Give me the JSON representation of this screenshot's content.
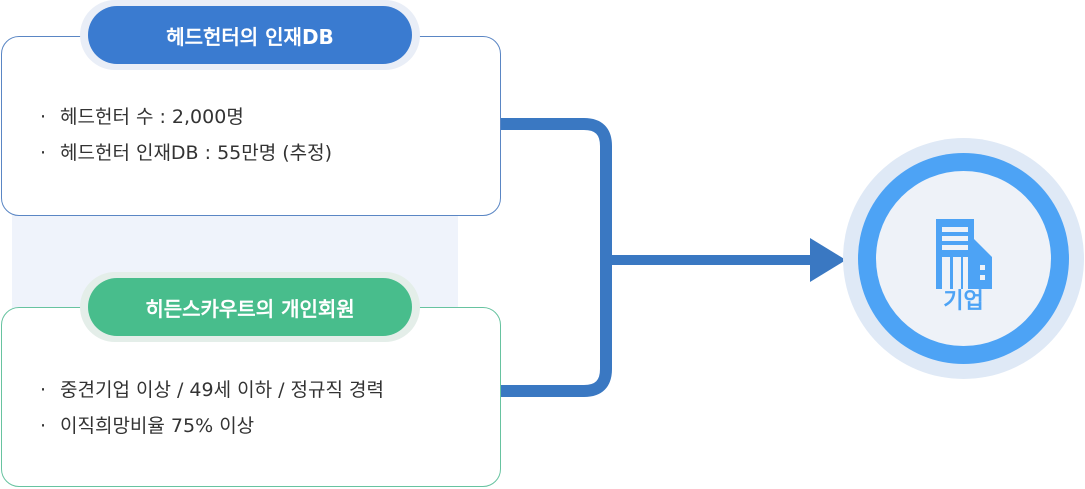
{
  "headhunter": {
    "title": "헤드헌터의 인재DB",
    "items": [
      "헤드헌터 수 : 2,000명",
      "헤드헌터 인재DB : 55만명 (추정)"
    ]
  },
  "hidden_scout": {
    "title": "히든스카우트의 개인회원",
    "items": [
      "중견기업 이상 / 49세 이하 / 정규직 경력",
      "이직희망비율 75% 이상"
    ]
  },
  "company": {
    "label": "기업",
    "icon": "building-icon"
  },
  "colors": {
    "blue": "#3a7bd0",
    "green": "#48bd8c",
    "connector": "#3a78c2",
    "accent": "#4da3f5"
  },
  "bullet": "·"
}
